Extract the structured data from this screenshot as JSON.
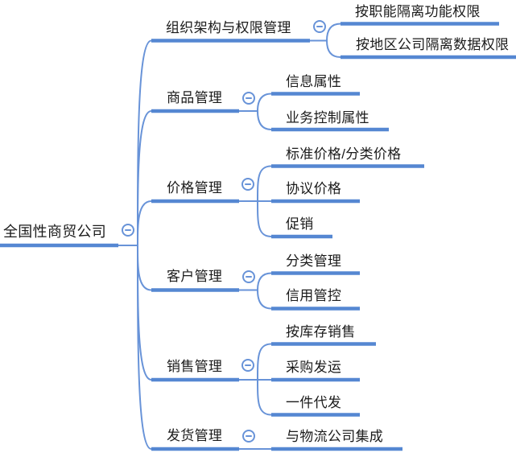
{
  "mindmap": {
    "root": {
      "label": "全国性商贸公司"
    },
    "branches": [
      {
        "label": "组织架构与权限管理",
        "children": [
          {
            "label": "按职能隔离功能权限"
          },
          {
            "label": "按地区公司隔离数据权限"
          }
        ]
      },
      {
        "label": "商品管理",
        "children": [
          {
            "label": "信息属性"
          },
          {
            "label": "业务控制属性"
          }
        ]
      },
      {
        "label": "价格管理",
        "children": [
          {
            "label": "标准价格/分类价格"
          },
          {
            "label": "协议价格"
          },
          {
            "label": "促销"
          }
        ]
      },
      {
        "label": "客户管理",
        "children": [
          {
            "label": "分类管理"
          },
          {
            "label": "信用管控"
          }
        ]
      },
      {
        "label": "销售管理",
        "children": [
          {
            "label": "按库存销售"
          },
          {
            "label": "采购发运"
          },
          {
            "label": "一件代发"
          }
        ]
      },
      {
        "label": "发货管理",
        "children": [
          {
            "label": "与物流公司集成"
          }
        ]
      }
    ],
    "icons": {
      "collapse": "minus-circle"
    },
    "colors": {
      "connector_line": "#6893D8",
      "node_underline": "#5587D2",
      "text": "#1B1B1B",
      "collapse_button_fill": "#FFFFFF",
      "background": "#FFFFFF"
    }
  }
}
